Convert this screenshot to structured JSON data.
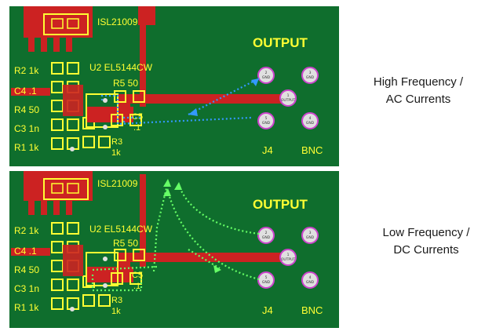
{
  "panels": [
    {
      "id": "top",
      "chip_label": "ISL21009",
      "amp_label": "U2 EL5144CW",
      "r5_label": "R5 50",
      "r3_label": "R3",
      "r3_value": "1k",
      "c5_label": "C5",
      "r1_label_small": ".1",
      "left_labels": [
        "R2 1k",
        "C4 .1",
        "R4 50",
        "C3 1n",
        "R1 1k"
      ],
      "output_label": "OUTPUT",
      "j4_label": "J4",
      "bnc_label": "BNC",
      "pins": [
        "GND",
        "GND",
        "OUTPUT",
        "GND",
        "GND"
      ],
      "pin_numbers": [
        "2",
        "3",
        "1",
        "5",
        "4"
      ],
      "caption_line1": "High Frequency /",
      "caption_line2": "AC Currents",
      "arrow_color": "#3399ff"
    },
    {
      "id": "bottom",
      "chip_label": "ISL21009",
      "amp_label": "U2 EL5144CW",
      "r5_label": "R5 50",
      "r3_label": "R3",
      "r3_value": "1k",
      "c5_label": "C5",
      "r1_label_small": ".1",
      "left_labels": [
        "R2 1k",
        "C4 .1",
        "R4 50",
        "C3 1n",
        "R1 1k"
      ],
      "output_label": "OUTPUT",
      "j4_label": "J4",
      "bnc_label": "BNC",
      "pins": [
        "GND",
        "GND",
        "OUTPUT",
        "GND",
        "GND"
      ],
      "pin_numbers": [
        "2",
        "3",
        "1",
        "5",
        "4"
      ],
      "caption_line1": "Low Frequency /",
      "caption_line2": "DC Currents",
      "arrow_color": "#66ff66"
    }
  ],
  "colors": {
    "board": "#0f6e2d",
    "silk": "#ffff33",
    "copper": "#cc2222",
    "pad": "#e0e0e0",
    "connector_ring": "#cc44cc"
  }
}
